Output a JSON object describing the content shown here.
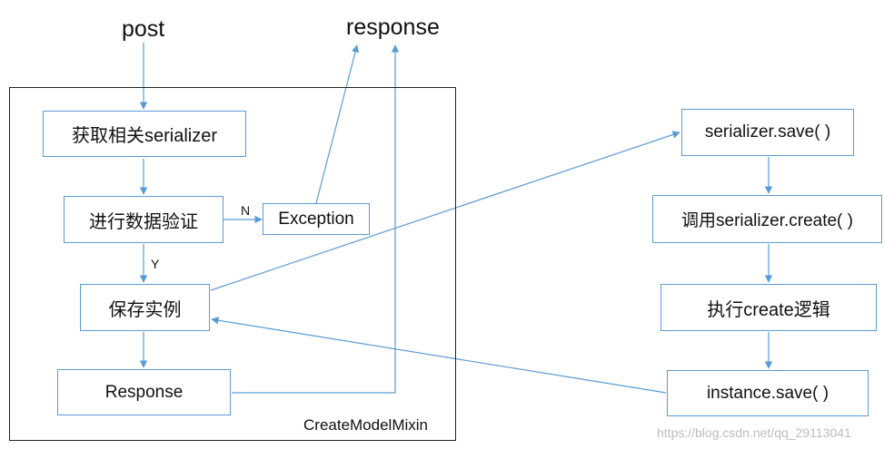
{
  "post_label": "post",
  "response_label": "response",
  "mixin": {
    "label": "CreateModelMixin",
    "get_serializer": "获取相关serializer",
    "validate": "进行数据验证",
    "exception": "Exception",
    "save_instance": "保存实例",
    "response_box": "Response",
    "no_label": "N",
    "yes_label": "Y"
  },
  "serializer_flow": {
    "save": "serializer.save( )",
    "call_create": "调用serializer.create( )",
    "run_create": "执行create逻辑",
    "instance_save": "instance.save( )"
  },
  "watermark": "https://blog.csdn.net/qq_29113041",
  "colors": {
    "arrow": "#5b9bd5",
    "box_border": "#5b9bd5",
    "frame": "#222222"
  }
}
